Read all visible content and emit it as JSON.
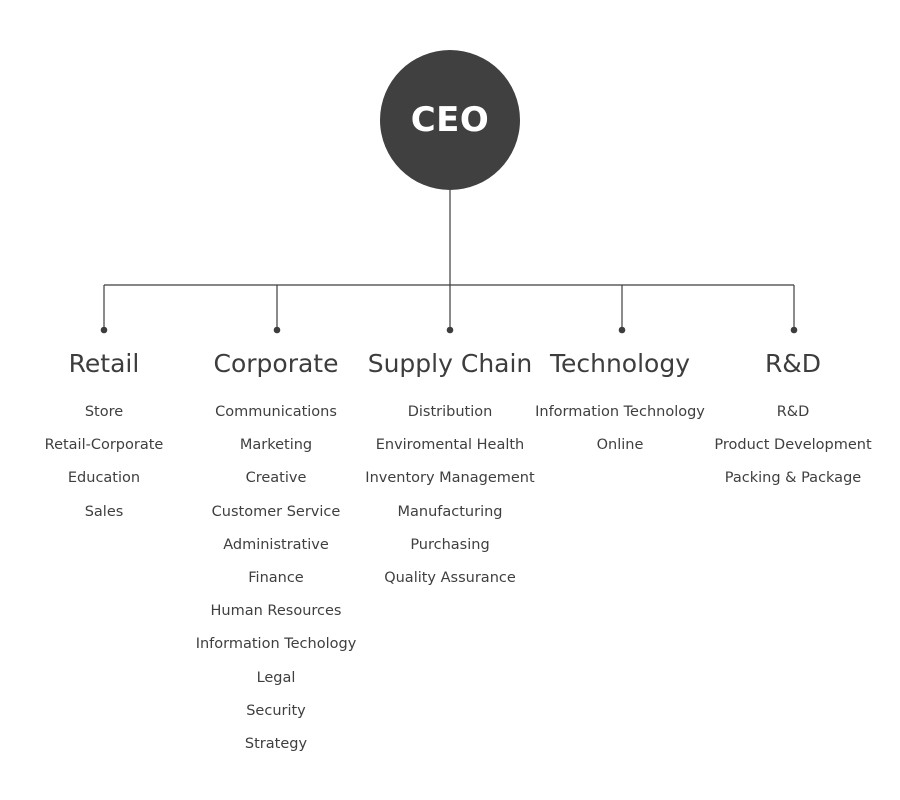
{
  "chart": {
    "root": {
      "label": "CEO"
    },
    "departments": [
      {
        "title": "Retail",
        "items": [
          "Store",
          "Retail-Corporate",
          "Education",
          "Sales"
        ]
      },
      {
        "title": "Corporate",
        "items": [
          "Communications",
          "Marketing",
          "Creative",
          "Customer Service",
          "Administrative",
          "Finance",
          "Human Resources",
          "Information Techology",
          "Legal",
          "Security",
          "Strategy"
        ]
      },
      {
        "title": "Supply Chain",
        "items": [
          "Distribution",
          "Enviromental Health",
          "Inventory Management",
          "Manufacturing",
          "Purchasing",
          "Quality Assurance"
        ]
      },
      {
        "title": "Technology",
        "items": [
          "Information Technology",
          "Online"
        ]
      },
      {
        "title": "R&D",
        "items": [
          "R&D",
          "Product Development",
          "Packing & Package"
        ]
      }
    ]
  },
  "colors": {
    "node_fill": "#404040",
    "connector": "#3d3d3d",
    "text": "#3d3d3d"
  }
}
